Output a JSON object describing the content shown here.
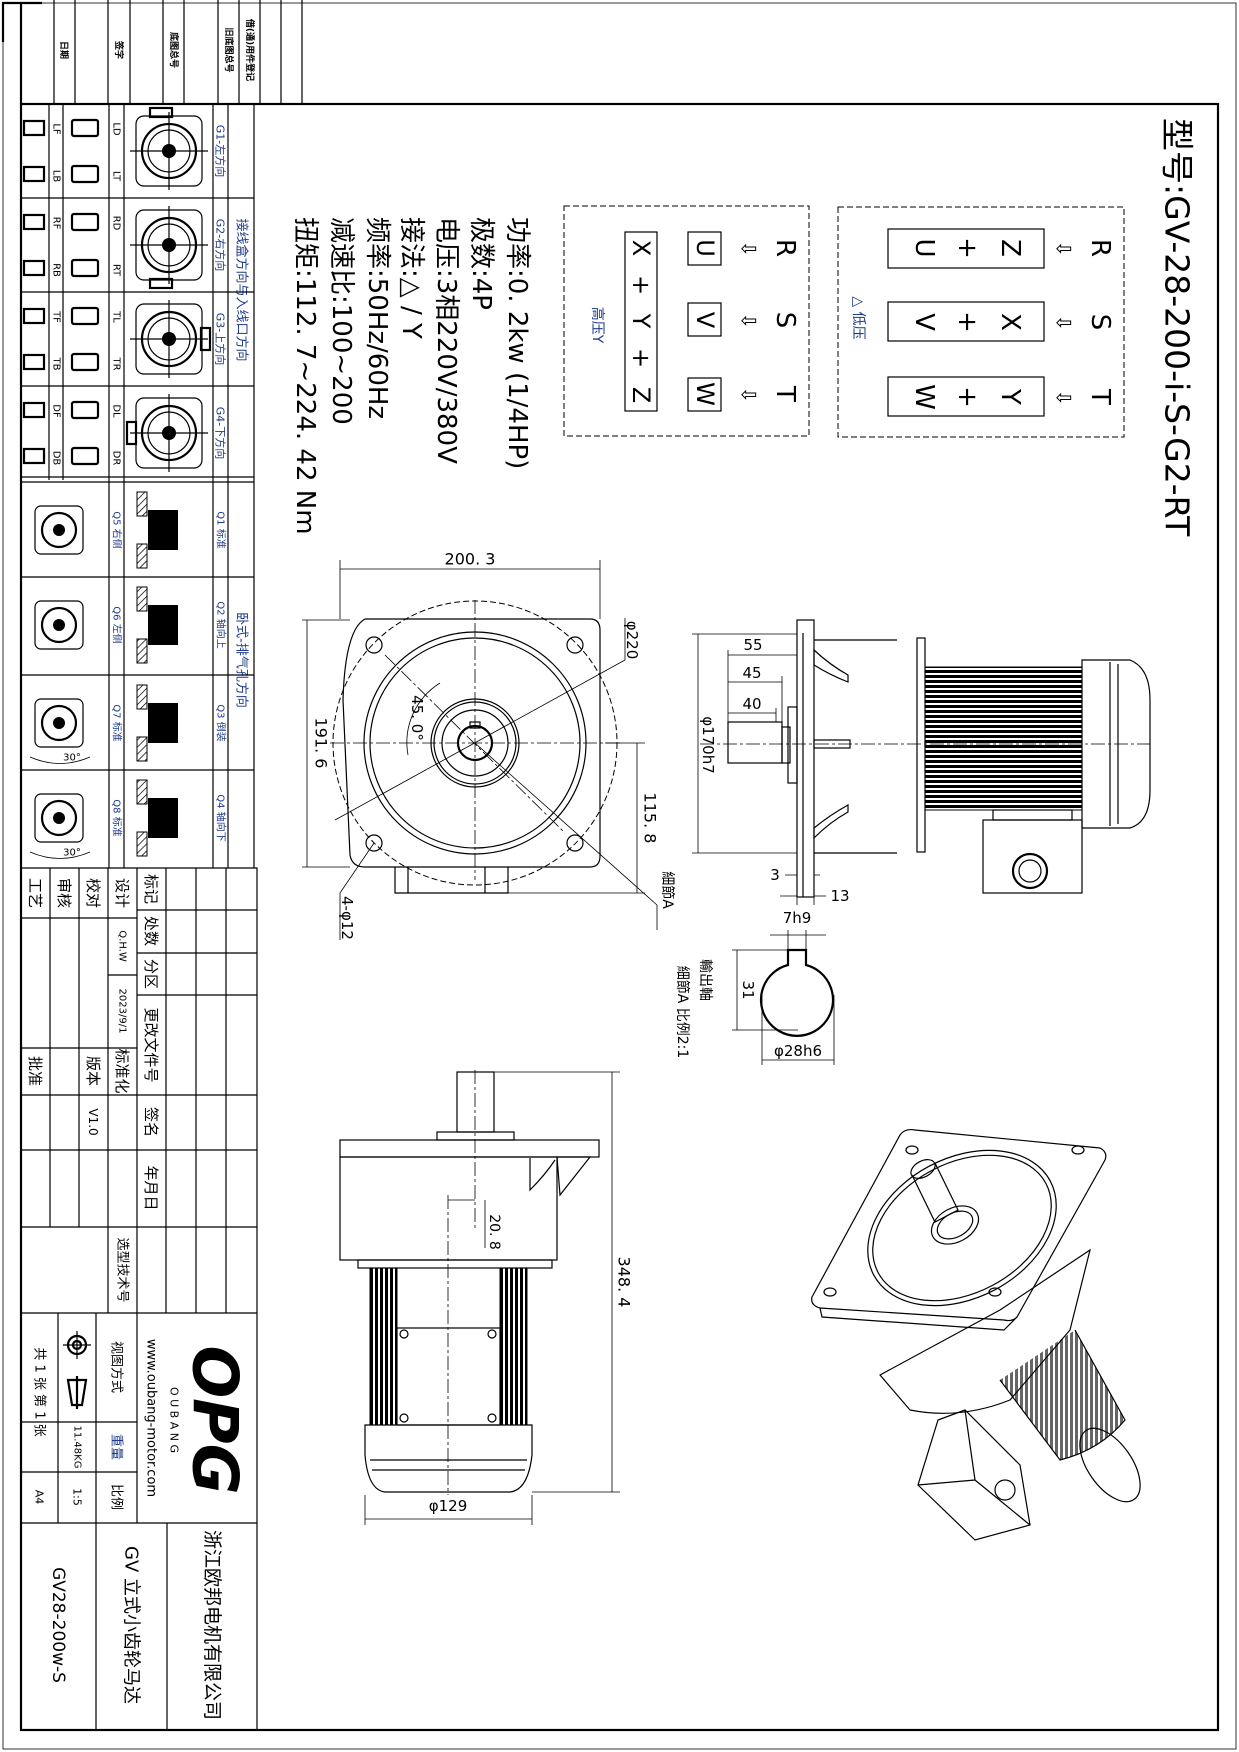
{
  "stamp_strip": [
    "日期",
    "签字",
    "底图总号",
    "旧底图总号",
    "借(通)用件登记"
  ],
  "orientation": {
    "junction_title": "接线盒方向与入线口方向",
    "g": [
      {
        "label": "G1-左方向",
        "codes": [
          "LD",
          "LT",
          "LF",
          "LB"
        ],
        "box": "top"
      },
      {
        "label": "G2-右方向",
        "codes": [
          "RD",
          "RT",
          "RF",
          "RB"
        ],
        "box": "bottom"
      },
      {
        "label": "G3-上方向",
        "codes": [
          "TL",
          "TR",
          "TF",
          "TB"
        ],
        "box": "right"
      },
      {
        "label": "G4-下方向",
        "codes": [
          "DL",
          "DR",
          "DF",
          "DB"
        ],
        "box": "left"
      }
    ],
    "vent_title": "卧式-排气孔方向",
    "q": [
      {
        "side": "Q1 标准",
        "face": "Q5 右侧"
      },
      {
        "side": "Q2 轴向上",
        "face": "Q6 左侧"
      },
      {
        "side": "Q3 倒装",
        "face": "Q7 标准",
        "angle": "30°"
      },
      {
        "side": "Q4 轴向下",
        "face": "Q8 标准",
        "angle": "30°"
      }
    ]
  },
  "model": "型号:GV-28-200-i-S-G2-RT",
  "wiring": {
    "terminals": [
      "R",
      "S",
      "T"
    ],
    "arrow": "⇦",
    "low": {
      "label": "△ 低压",
      "pairs": [
        [
          "Z",
          "+",
          "U"
        ],
        [
          "X",
          "+",
          "V"
        ],
        [
          "Y",
          "+",
          "W"
        ]
      ]
    },
    "high": {
      "label": "高压Y",
      "singles": [
        "U",
        "V",
        "W"
      ],
      "star": [
        "X",
        "+",
        "Y",
        "+",
        "Z"
      ]
    }
  },
  "specs": [
    "功率:0. 2kw (1/4HP)",
    "极数:4P",
    "电压:3相220V/380V",
    "接法:△ / Y",
    "频率:50Hz/60Hz",
    "减速比:100~200",
    "扭矩:112. 7~224. 42 Nm"
  ],
  "dims": {
    "front_width": "200. 3",
    "front_height": "191. 6",
    "pcd": "φ220",
    "angle": "45. 0°",
    "center_height": "115. 8",
    "holes": "4-φ12",
    "detail_ref": "細節A",
    "pilot": "φ170h7",
    "len55": "55",
    "len45": "45",
    "len40": "40",
    "t3": "3",
    "t13": "13",
    "overall": "348. 4",
    "offset": "20. 8",
    "motor_dia": "φ129"
  },
  "detail": {
    "key": "7h9",
    "height": "31",
    "shaft": "φ28h6",
    "title": "輸出軸",
    "subtitle": "細節A  比例2:1"
  },
  "title_block": {
    "headers": [
      "标记",
      "处数",
      "分区",
      "更改文件号",
      "签名",
      "年月日"
    ],
    "design": "设计",
    "designer": "Q.H.W",
    "date": "2023/9/1",
    "standard": "标准化",
    "check": "校对",
    "version_label": "版本",
    "version": "V1.0",
    "review": "审核",
    "process": "工艺",
    "approve": "批准",
    "tech_no": "选型技术号",
    "view_method": "视图方式",
    "weight_label": "重量",
    "weight": "11.48KG",
    "scale_label": "比例",
    "scale": "1:5",
    "sheets": "共 1 张 第 1 张",
    "paper": "A4",
    "logo": "OPG",
    "brand": "O U B A N G",
    "website": "www.oubang-motor.com",
    "company": "浙江欧邦电机有限公司",
    "product": "GV  立式小齿轮马达",
    "drawing_no": "GV28-200w-S"
  }
}
